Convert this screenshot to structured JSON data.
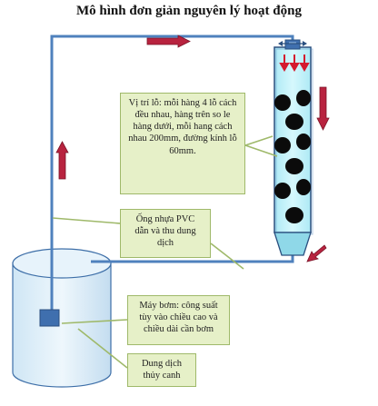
{
  "title": "Mô hình đơn giản nguyên lý hoạt động",
  "callouts": {
    "hole_line1": "Vị trí lỗ: mỗi hàng 4 lỗ cách",
    "hole_line2": "đều nhau, hàng trên so le",
    "hole_line3": "hàng dưới, mỗi hang cách",
    "hole_line4": "nhau 200mm, đường kính lỗ",
    "hole_line5": "60mm.",
    "pipe_line1": "Ống nhựa PVC",
    "pipe_line2": "dẫn và thu dung",
    "pipe_line3": "dịch",
    "pump_line1": "Máy bơm: công suất",
    "pump_line2": "tùy vào chiều cao và",
    "pump_line3": "chiều dài cần bơm",
    "solution_line1": "Dung dịch",
    "solution_line2": "thủy canh"
  },
  "colors": {
    "pipe": "#4f81bd",
    "arrow": "#c0264a",
    "column_fill": "#c9f4fb",
    "callout_fill": "#e6f0c8"
  }
}
